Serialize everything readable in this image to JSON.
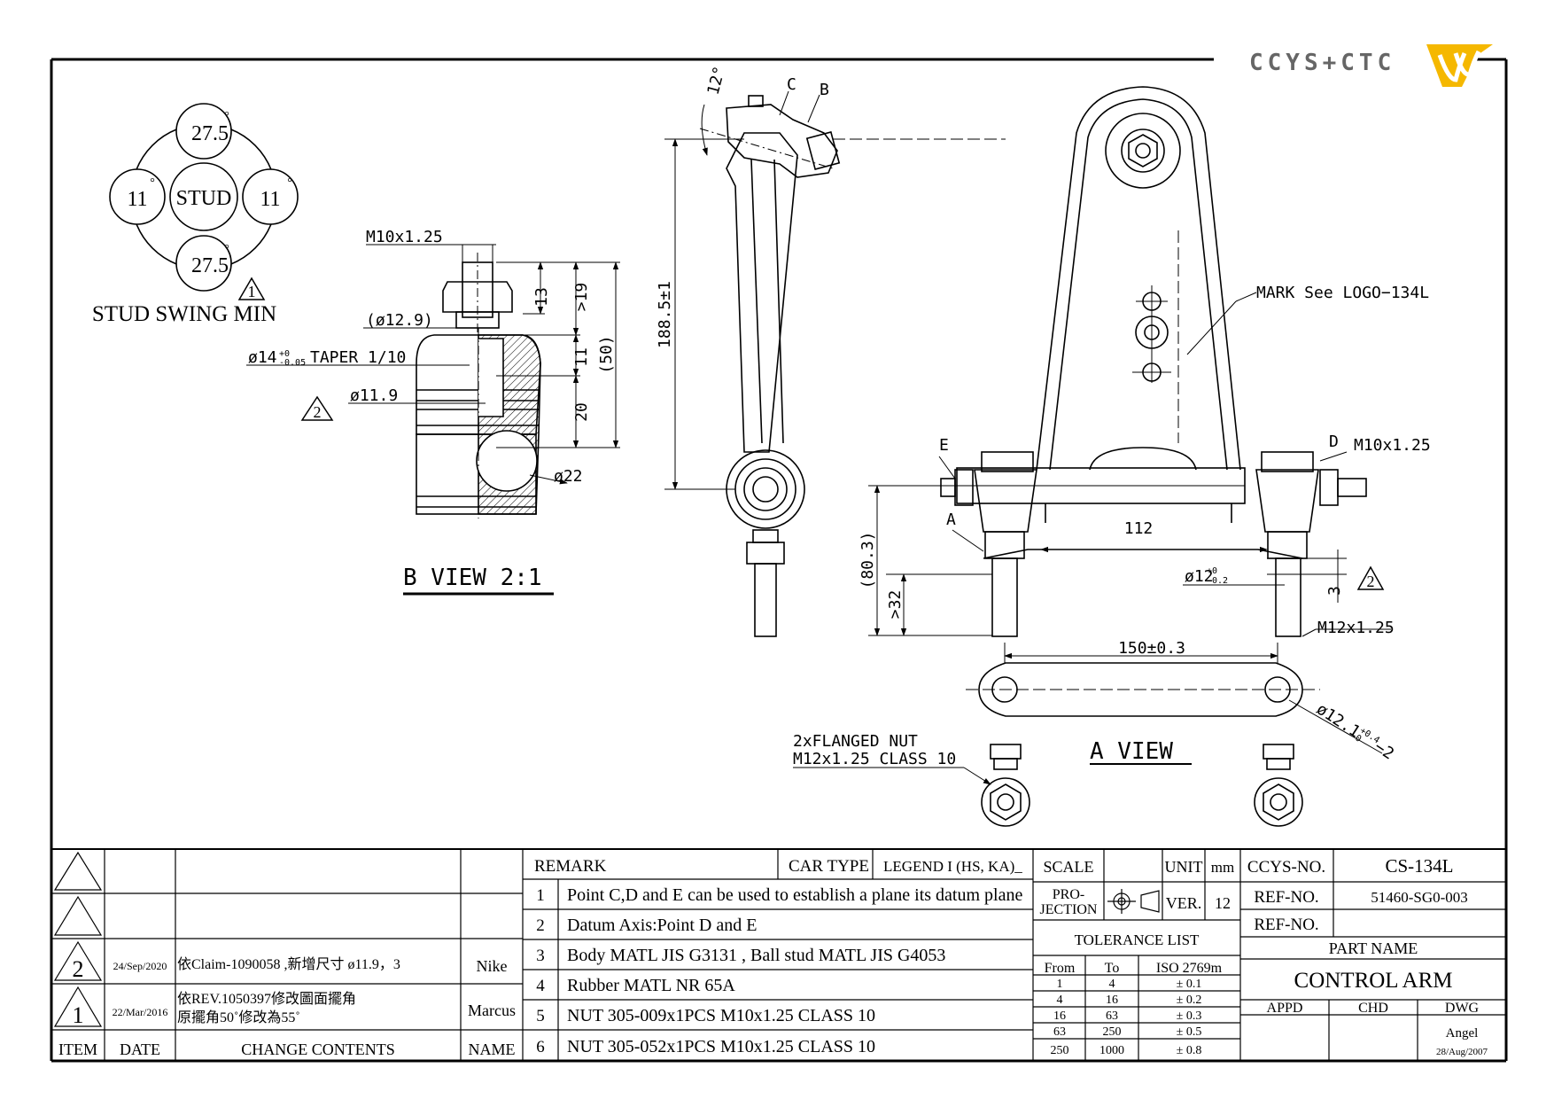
{
  "logo": {
    "text": "CCYS+CTC",
    "accent_color": "#f5b800"
  },
  "stud_swing": {
    "title": "STUD SWING MIN",
    "center": "STUD",
    "top": "27.5",
    "bottom": "27.5",
    "left": "11",
    "right": "11",
    "degree_mark": "°",
    "rev_mark": "1"
  },
  "b_view": {
    "title": "B  VIEW  2:1",
    "thread": "M10x1.25",
    "dia_129": "(ø12.9)",
    "taper_label": "ø14",
    "taper_tol_upper": "+0",
    "taper_tol_lower": "-0.05",
    "taper_text": "TAPER 1/10",
    "dia_119": "ø11.9",
    "dia_22": "ø22",
    "dim_13": "13",
    "dim_19": ">19",
    "dim_11": "11",
    "dim_20": "20",
    "dim_50": "(50)",
    "rev_mark": "2"
  },
  "side_view": {
    "angle": "12°",
    "point_c": "C",
    "point_b": "B",
    "height": "188.5±1"
  },
  "front_view": {
    "mark_note": "MARK  See LOGO−134L",
    "point_e": "E",
    "point_d": "D",
    "point_a": "A",
    "thread_d": "M10x1.25",
    "dim_112": "112",
    "dim_803": "(80.3)",
    "dim_32": ">32",
    "hole_label": "ø12",
    "hole_tol_upper": "+0",
    "hole_tol_lower": "-0.2",
    "dim_3": "3",
    "thread_stud": "M12x1.25",
    "rev_mark": "2"
  },
  "a_view": {
    "title": "A  VIEW",
    "span": "150±0.3",
    "hole_label": "ø12.1",
    "hole_tol_upper": "+0.4",
    "hole_tol_lower": "0",
    "hole_count": "−2",
    "nut_line1": "2xFLANGED NUT",
    "nut_line2": "M12x1.25  CLASS 10"
  },
  "revision_table": {
    "headers": {
      "item": "ITEM",
      "date": "DATE",
      "change": "CHANGE CONTENTS",
      "name": "NAME"
    },
    "rows": [
      {
        "item": "",
        "date": "",
        "change": "",
        "name": ""
      },
      {
        "item": "",
        "date": "",
        "change": "",
        "name": ""
      },
      {
        "item": "2",
        "date": "24/Sep/2020",
        "change": "依Claim-1090058 ,新增尺寸  ø11.9，3",
        "change2": "",
        "name": "Nike"
      },
      {
        "item": "1",
        "date": "22/Mar/2016",
        "change": "依REV.1050397修改圖面擺角",
        "change2": "原擺角50˚修改為55˚",
        "name": "Marcus"
      }
    ]
  },
  "remarks": {
    "header": "REMARK",
    "car_type_label": "CAR TYPE",
    "car_type": "LEGEND I (HS, KA)_",
    "items": [
      {
        "no": "1",
        "text": "Point C,D and E can be used to establish a plane its datum plane"
      },
      {
        "no": "2",
        "text": "Datum Axis:Point D and E"
      },
      {
        "no": "3",
        "text": "Body MATL JIS G3131 , Ball stud MATL JIS G4053"
      },
      {
        "no": "4",
        "text": "Rubber MATL NR 65A"
      },
      {
        "no": "5",
        "text": "NUT 305-009x1PCS M10x1.25 CLASS 10"
      },
      {
        "no": "6",
        "text": "NUT 305-052x1PCS M10x1.25 CLASS 10"
      }
    ]
  },
  "title_block": {
    "scale_label": "SCALE",
    "scale_value": "",
    "unit_label": "UNIT",
    "unit_value": "mm",
    "projection_label_1": "PRO-",
    "projection_label_2": "JECTION",
    "ver_label": "VER.",
    "ver_value": "12",
    "tolerance_title": "TOLERANCE LIST",
    "tolerance_headers": [
      "From",
      "To",
      "ISO 2769m"
    ],
    "tolerance_rows": [
      [
        "1",
        "4",
        "± 0.1"
      ],
      [
        "4",
        "16",
        "± 0.2"
      ],
      [
        "16",
        "63",
        "± 0.3"
      ],
      [
        "63",
        "250",
        "± 0.5"
      ],
      [
        "250",
        "1000",
        "± 0.8"
      ]
    ],
    "ccys_no_label": "CCYS-NO.",
    "ccys_no": "CS-134L",
    "ref_no_label": "REF-NO.",
    "ref_no": "51460-SG0-003",
    "ref_no2_label": "REF-NO.",
    "ref_no2": "",
    "part_name_label": "PART NAME",
    "part_name": "CONTROL ARM",
    "appd_label": "APPD",
    "chd_label": "CHD",
    "dwg_label": "DWG",
    "dwg_name": "Angel",
    "dwg_date": "28/Aug/2007"
  }
}
